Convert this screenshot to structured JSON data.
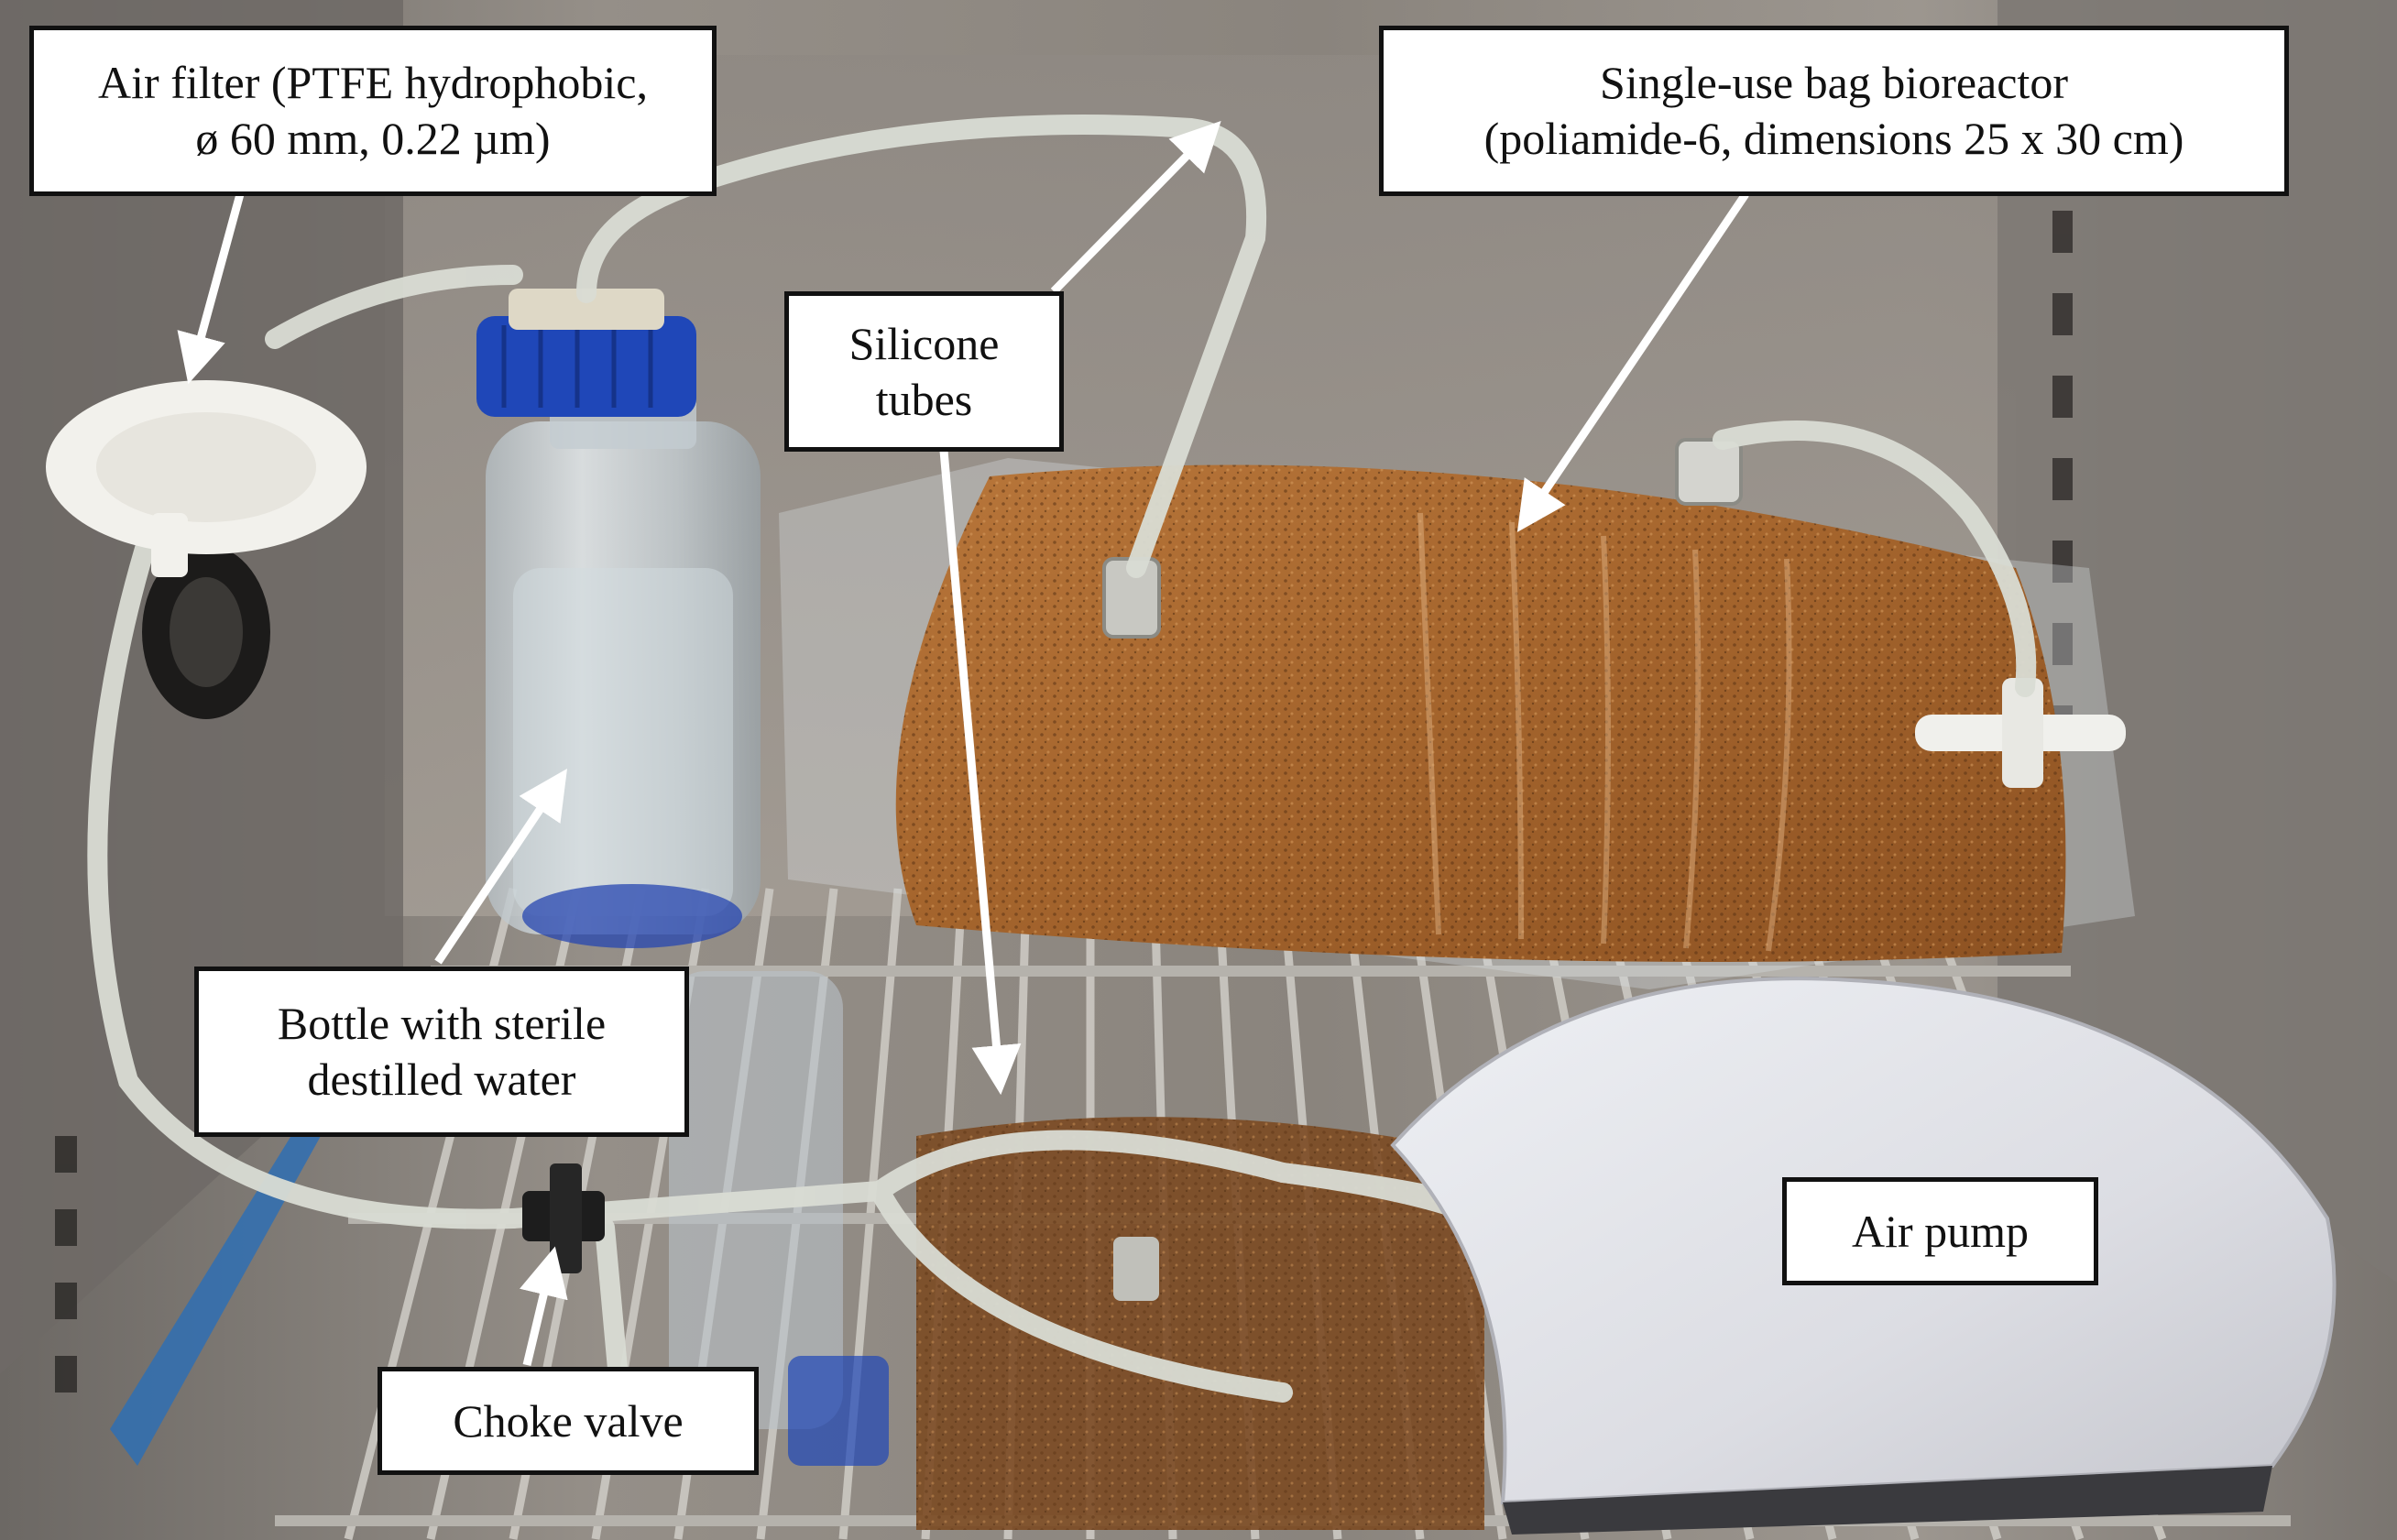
{
  "figure": {
    "labels": {
      "air_filter": {
        "line1": "Air filter (PTFE hydrophobic,",
        "line2": "ø 60 mm, 0.22 µm)"
      },
      "bag_bioreactor": {
        "line1": "Single-use bag bioreactor",
        "line2": "(poliamide-6, dimensions 25 x 30 cm)"
      },
      "silicone_tubes": {
        "line1": "Silicone",
        "line2": "tubes"
      },
      "bottle": {
        "line1": "Bottle with sterile",
        "line2": "destilled water"
      },
      "air_pump": {
        "line1": "Air pump"
      },
      "choke_valve": {
        "line1": "Choke valve"
      }
    },
    "colors": {
      "cabinet_wall": "#8c8680",
      "bag_contents": "#a8672e",
      "bottle_cap": "#1f47b8",
      "tubing": "#d9dcd4",
      "air_pump": "#e6e6ea",
      "arrow": "#ffffff"
    }
  }
}
